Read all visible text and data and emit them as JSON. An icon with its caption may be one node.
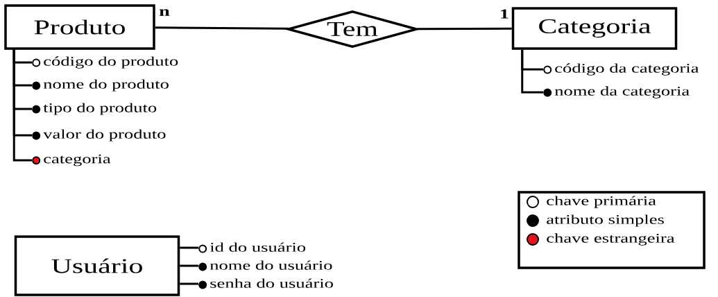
{
  "diagram": {
    "nodes": [
      {
        "text": [
          "Produto"
        ]
      },
      {
        "text": [
          "Tem"
        ]
      },
      {
        "text": [
          "Categoria"
        ]
      },
      {
        "text": [
          "código do produto"
        ]
      },
      {
        "text": [
          "nome do produto"
        ]
      },
      {
        "text": [
          "tipo do produto"
        ]
      },
      {
        "text": [
          "valor do produto"
        ]
      },
      {
        "text": [
          "categoria"
        ]
      },
      {
        "text": [
          "código da categoria"
        ]
      },
      {
        "text": [
          "nome da categoria"
        ]
      },
      {
        "text": [
          "Usuário"
        ]
      },
      {
        "text": [
          "id do usuário"
        ]
      },
      {
        "text": [
          "nome do usuário"
        ]
      },
      {
        "text": [
          "senha do usuário"
        ]
      }
    ],
    "edges": [
      {
        "from": 0,
        "to": 1,
        "arrow": "none",
        "label": "n"
      },
      {
        "from": 1,
        "to": 2,
        "arrow": "none",
        "label": "1"
      },
      {
        "from": 0,
        "to": 3,
        "arrow": "none"
      },
      {
        "from": 0,
        "to": 4,
        "arrow": "none"
      },
      {
        "from": 0,
        "to": 5,
        "arrow": "none"
      },
      {
        "from": 0,
        "to": 6,
        "arrow": "none"
      },
      {
        "from": 0,
        "to": 7,
        "arrow": "none"
      },
      {
        "from": 2,
        "to": 8,
        "arrow": "none"
      },
      {
        "from": 2,
        "to": 9,
        "arrow": "none"
      },
      {
        "from": 10,
        "to": 11,
        "arrow": "none"
      },
      {
        "from": 10,
        "to": 12,
        "arrow": "none"
      },
      {
        "from": 10,
        "to": 13,
        "arrow": "none"
      }
    ],
    "legend": [
      {
        "text": "chave primária"
      },
      {
        "text": "atributo simples",
        "color": "#000000"
      },
      {
        "text": "chave estrangeira",
        "color": "#e3141b"
      }
    ]
  }
}
